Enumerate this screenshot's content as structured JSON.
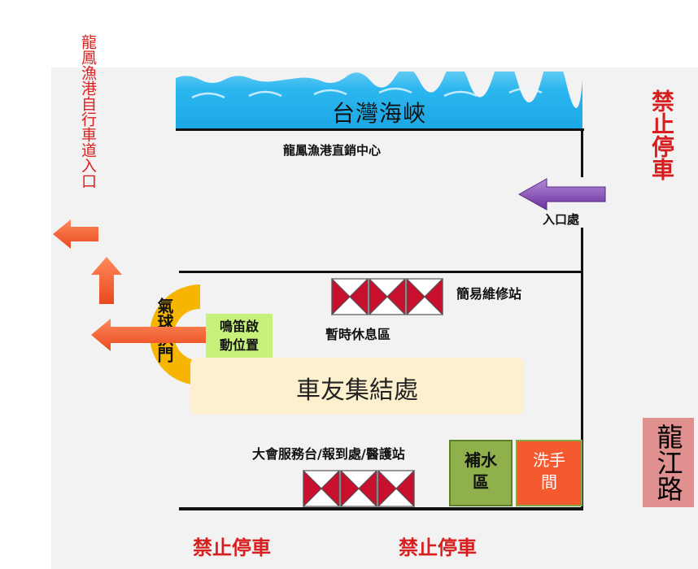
{
  "sea": {
    "label": "台灣海峽",
    "color": "#29b6ef"
  },
  "labels": {
    "direct_sales": "龍鳳漁港直銷中心",
    "entrance": "入口處",
    "repair": "簡易維修站",
    "rest": "暫時休息區",
    "horn_line1": "鳴笛啟",
    "horn_line2": "動位置",
    "gathering": "車友集結處",
    "service": "大會服務台/報到處/醫護站",
    "water_line1": "補水",
    "water_line2": "區",
    "toilet_line1": "洗手",
    "toilet_line2": "間",
    "arch": "氣球拱門",
    "bike_entry": "龍鳳漁港自行車道入口",
    "road": "龍江路",
    "no_parking_right": "禁止停車",
    "no_parking_bottom_left": "禁止停車",
    "no_parking_bottom_right": "禁止停車"
  },
  "colors": {
    "no_parking": "#d81e1e",
    "arrow_orange": "#f15a29",
    "arrow_purple": "#7b3fa6",
    "arch": "#f5b500",
    "tent_red": "#c8102e"
  }
}
